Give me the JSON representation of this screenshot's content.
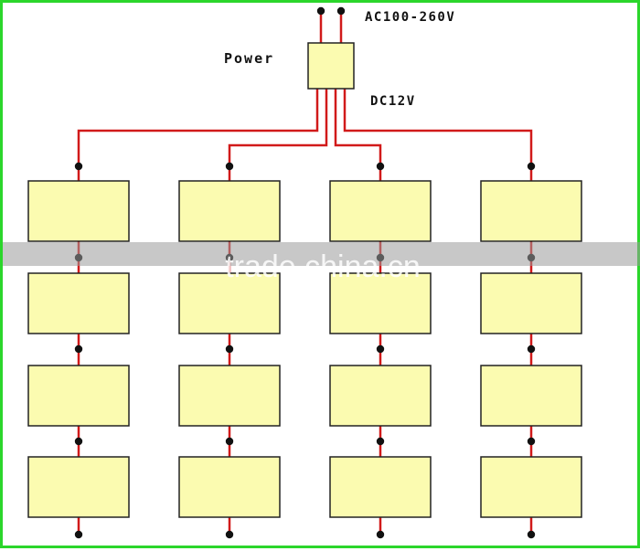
{
  "diagram": {
    "power_label": "Power",
    "ac_label": "AC100-260V",
    "dc_label": "DC12V",
    "watermark": "trade.china.cn",
    "columns": 4,
    "rows": 4,
    "colors": {
      "frame": "#2bd62b",
      "wire": "#d11a1a",
      "panel_fill": "#fbfbb0",
      "panel_stroke": "#222222",
      "node": "#111111",
      "watermark_band": "#9a9a9a"
    }
  }
}
